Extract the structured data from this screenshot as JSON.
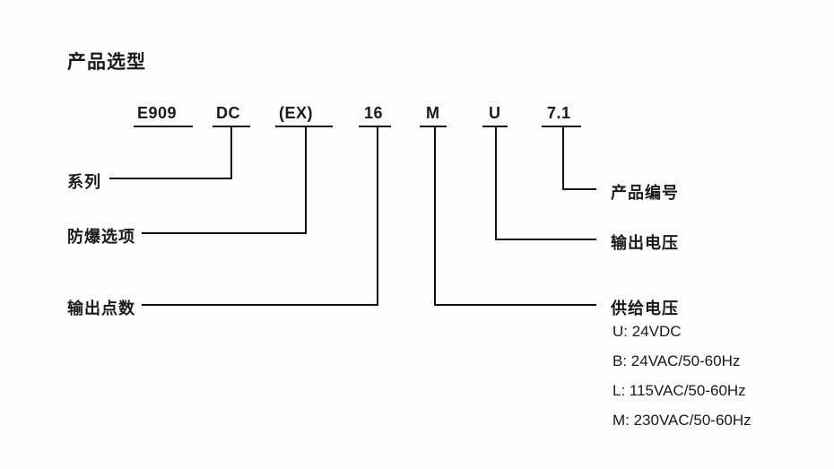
{
  "title": "产品选型",
  "code": {
    "segments": [
      "E909",
      "DC",
      "(EX)",
      "16",
      "M",
      "U",
      "7.1"
    ]
  },
  "labels": {
    "series": "系列",
    "explosion_proof": "防爆选项",
    "output_points": "输出点数",
    "product_number": "产品编号",
    "output_voltage": "输出电压",
    "supply_voltage": "供给电压"
  },
  "supply_voltage_options": [
    "U: 24VDC",
    "B: 24VAC/50-60Hz",
    "L: 115VAC/50-60Hz",
    "M: 230VAC/50-60Hz"
  ]
}
